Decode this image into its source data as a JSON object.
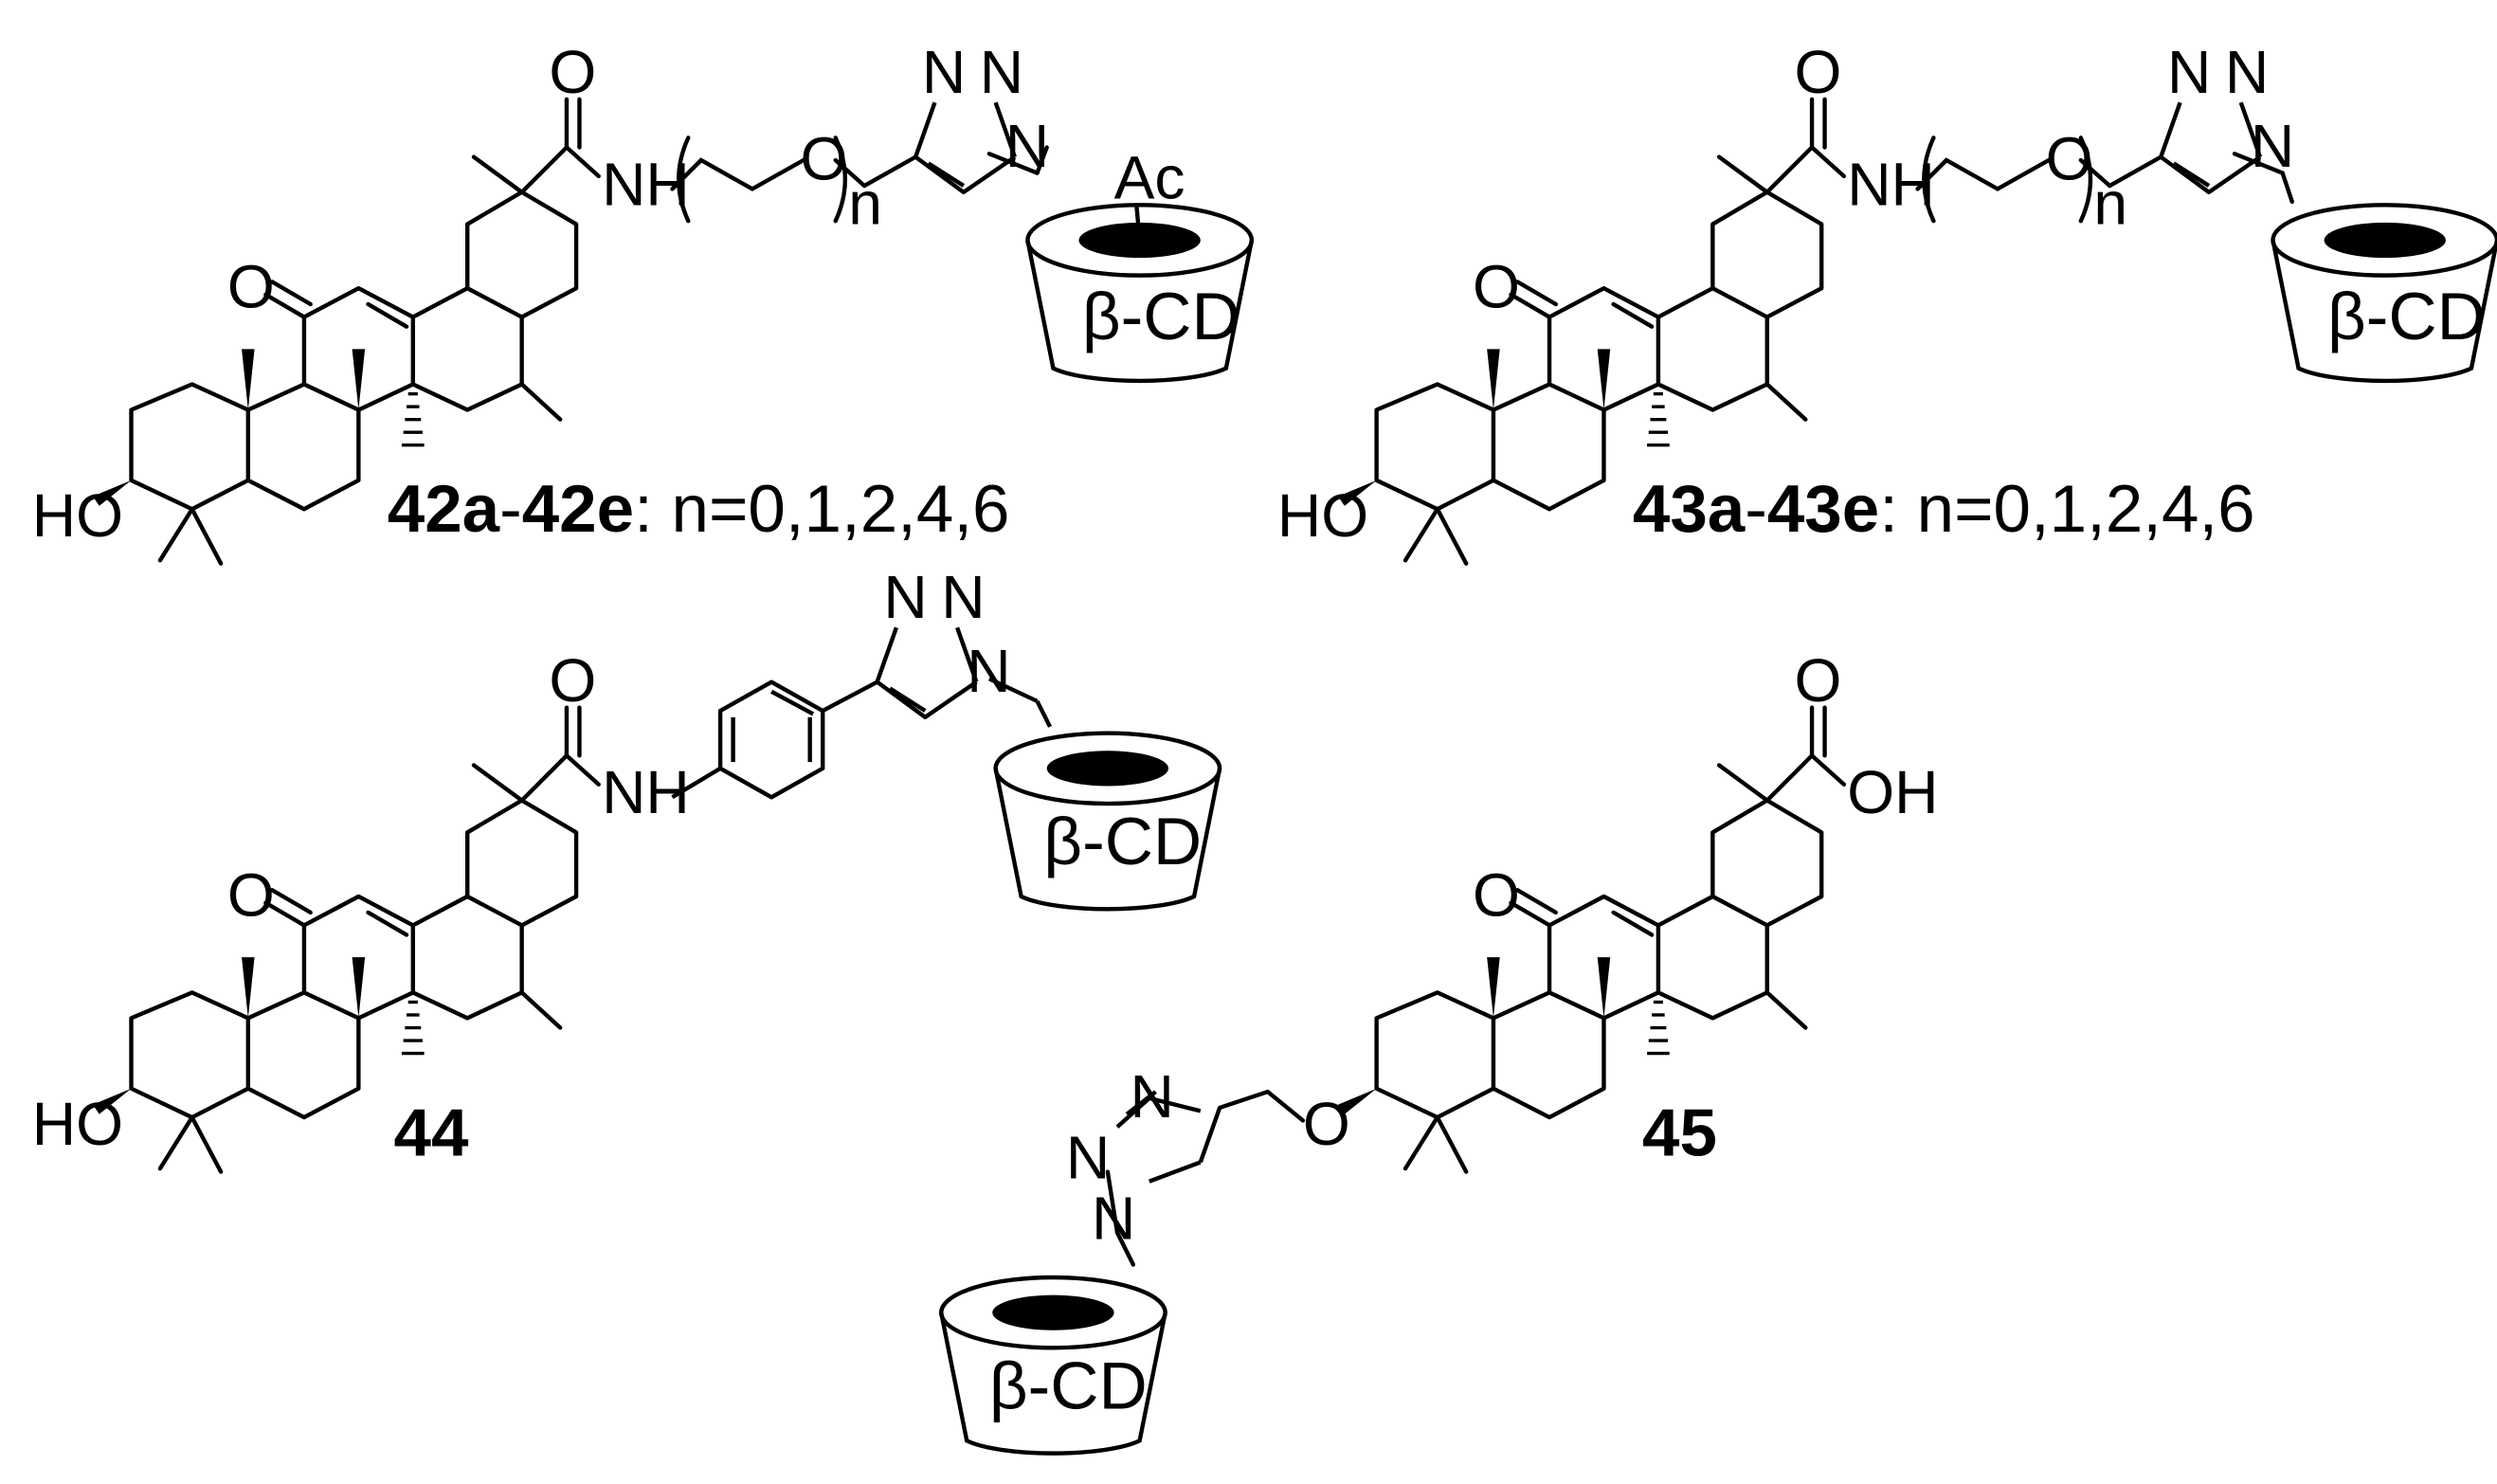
{
  "compounds": [
    {
      "id": "c42",
      "label_bold": "42a-42e",
      "label_bold_parts": [
        "42a",
        "42e"
      ],
      "label_dash": "-",
      "label_suffix": ": n=0,1,2,4,6",
      "linker": "peg",
      "cd_substituent": "Ac",
      "cd_label": "β-CD",
      "repeat_label": "n"
    },
    {
      "id": "c43",
      "label_bold": "43a-43e",
      "label_bold_parts": [
        "43a",
        "43e"
      ],
      "label_dash": "-",
      "label_suffix": ": n=0,1,2,4,6",
      "linker": "peg",
      "cd_label": "β-CD",
      "repeat_label": "n"
    },
    {
      "id": "c44",
      "label_bold": "44",
      "linker": "phenyl",
      "cd_label": "β-CD"
    },
    {
      "id": "c45",
      "label_bold": "45",
      "linker": "ether",
      "cd_label": "β-CD"
    }
  ],
  "atoms": {
    "carbonyl_o": "O",
    "amide_nh": "NH",
    "hydroxyl": "HO",
    "acid_oh": "OH",
    "ether_o": "O",
    "triazole_n": "N"
  },
  "colors": {
    "ink": "#000000",
    "background": "#ffffff"
  }
}
